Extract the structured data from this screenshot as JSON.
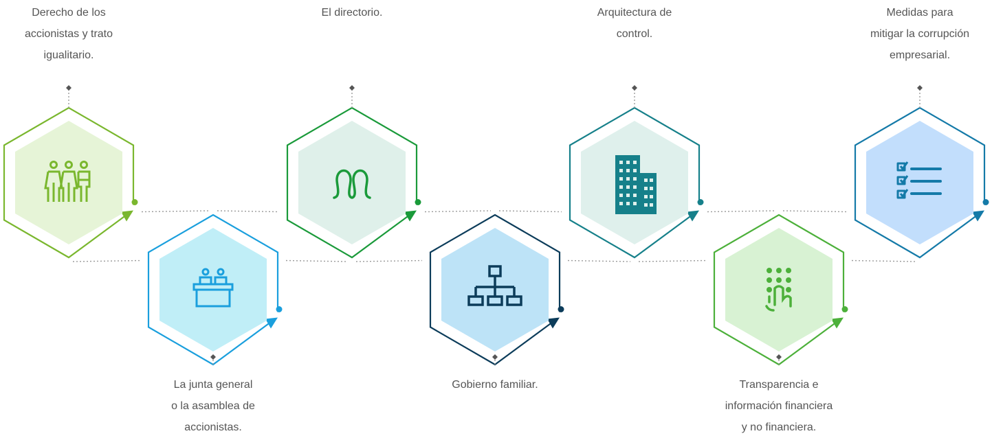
{
  "steps": [
    {
      "label": "Derecho de los\naccionistas y trato\nigualitario.",
      "icon": "people-icon",
      "stroke": "#7ab72e",
      "fill": "#e6f4d7"
    },
    {
      "label": "La junta general\no la asamblea de\naccionistas.",
      "icon": "assembly-icon",
      "stroke": "#1a9fdd",
      "fill": "#c0eef7"
    },
    {
      "label": "El directorio.",
      "icon": "directors-icon",
      "stroke": "#1a9a3a",
      "fill": "#dff0ea"
    },
    {
      "label": "Gobierno familiar.",
      "icon": "org-chart-icon",
      "stroke": "#0c3c5a",
      "fill": "#bde3f7"
    },
    {
      "label": "Arquitectura de\ncontrol.",
      "icon": "building-icon",
      "stroke": "#16808a",
      "fill": "#dff0ec"
    },
    {
      "label": "Transparencia e\ninformación financiera\ny no financiera.",
      "icon": "touch-icon",
      "stroke": "#4cb03a",
      "fill": "#d8f2d3"
    },
    {
      "label": "Medidas para\nmitigar la corrupción\nempresarial.",
      "icon": "checklist-icon",
      "stroke": "#147aa8",
      "fill": "#c2defc"
    }
  ]
}
